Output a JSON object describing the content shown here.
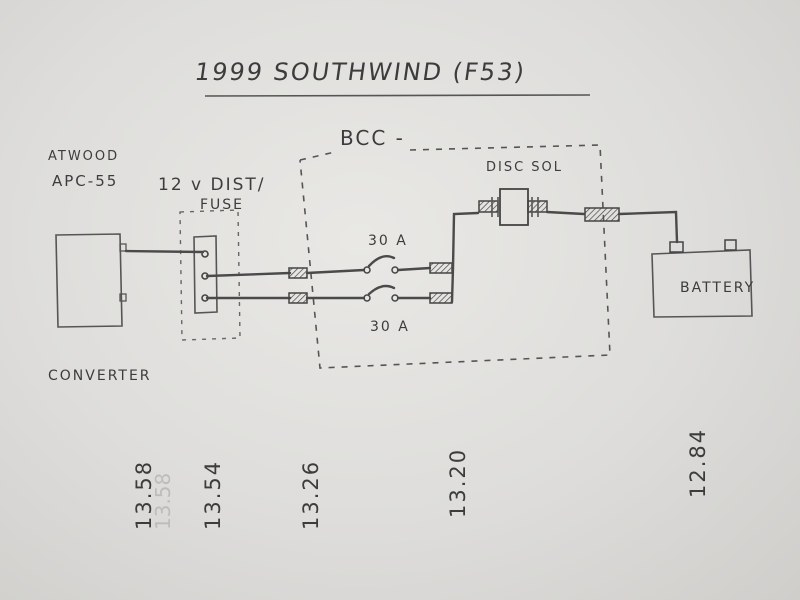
{
  "title": "1999 SOUTHWIND (F53)",
  "bcc_label": "BCC -",
  "converter": {
    "brand_line1": "ATWOOD",
    "brand_line2": "APC-55",
    "label": "CONVERTER"
  },
  "distribution": {
    "label_line1": "12 v DIST/",
    "label_line2": "FUSE"
  },
  "breakers": {
    "top": "30 A",
    "bottom": "30 A"
  },
  "solenoid": {
    "label": "DISC SOL"
  },
  "battery": {
    "label": "BATTERY"
  },
  "voltages": {
    "faint": "13.58",
    "converter": "13.58",
    "distribution": "13.54",
    "bcc_input": "13.26",
    "breaker_output": "13.20",
    "battery": "12.84"
  }
}
